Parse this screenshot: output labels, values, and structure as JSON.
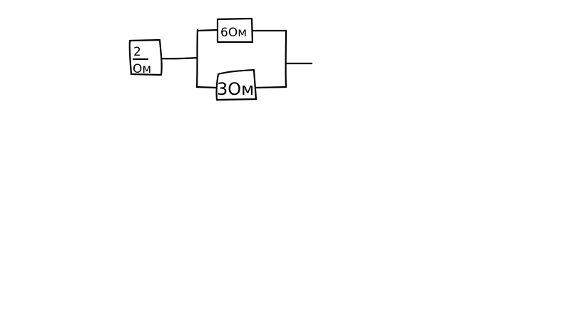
{
  "colors": {
    "background": "#ffffff",
    "ink": "#000000"
  },
  "resistors": {
    "r1": {
      "line1": "2",
      "line2": "Ом"
    },
    "r2": {
      "label": "6Ом"
    },
    "r3": {
      "label": "3Ом"
    }
  }
}
